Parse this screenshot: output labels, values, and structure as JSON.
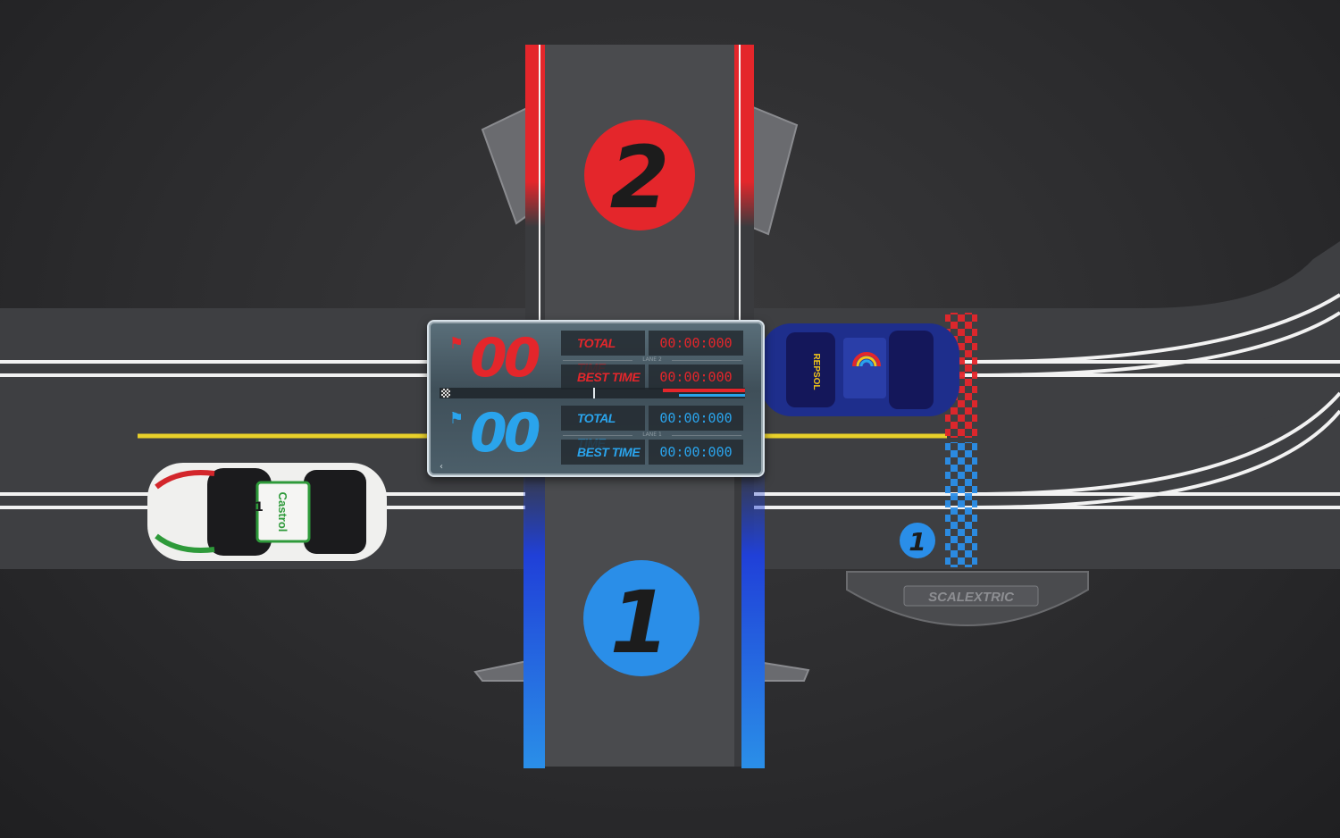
{
  "colors": {
    "lane2": "#e4262b",
    "lane1": "#2aa4ec",
    "track": "#3e3f42",
    "background": "#2c2c2e"
  },
  "bridge": {
    "lane2_number": "2",
    "lane1_number": "1"
  },
  "track_marker": {
    "lane1_badge": "1",
    "pit_sign": "SCALEXTRIC"
  },
  "lap_counter": {
    "lane2": {
      "icon": "racer-flag-icon",
      "laps": "00",
      "total_time_label": "TOTAL TIME",
      "total_time": "00:00:000",
      "best_time_label": "BEST TIME",
      "best_time": "00:00:000",
      "lane_tag": "LANE 2"
    },
    "lane1": {
      "icon": "racer-flag-icon",
      "laps": "00",
      "total_time_label": "TOTAL TIME",
      "total_time": "00:00:000",
      "best_time_label": "BEST TIME",
      "best_time": "00:00:000",
      "lane_tag": "LANE 1"
    },
    "back_icon": "chevron-left-icon"
  },
  "cars": {
    "white_car_livery": "Castrol",
    "white_car_number": "1",
    "blue_car_livery": "REPSOL"
  }
}
